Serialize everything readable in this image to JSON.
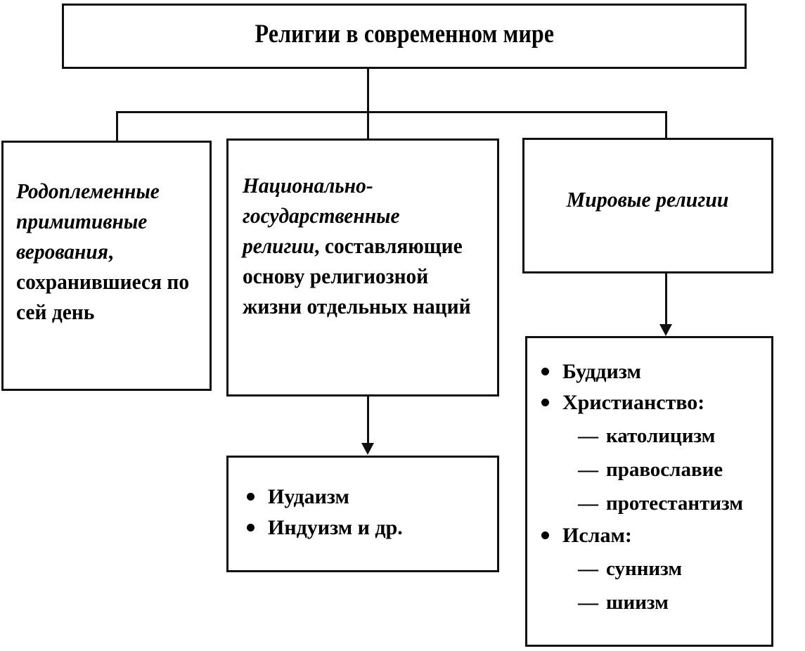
{
  "title": {
    "text": "Религии в современном мире"
  },
  "categories": {
    "tribal": {
      "lead": "Родоплеменные примитивные верования",
      "rest": ", сохранившиеся по сей день"
    },
    "national": {
      "lead": "Национально-государственные религии",
      "rest": ", составляющие основу религиозной жизни отдельных наций"
    },
    "world": {
      "lead": "Мировые религии"
    }
  },
  "national_examples": {
    "items": [
      {
        "label": "Иудаизм"
      },
      {
        "label": "Индуизм и др."
      }
    ]
  },
  "world_examples": {
    "items": [
      {
        "label": "Буддизм",
        "sub": []
      },
      {
        "label": "Христианство:",
        "sub": [
          {
            "dash": "—",
            "label": "католицизм"
          },
          {
            "dash": "—",
            "label": "православие"
          },
          {
            "dash": "—",
            "label": "протестантизм"
          }
        ]
      },
      {
        "label": "Ислам:",
        "sub": [
          {
            "dash": "—",
            "label": "суннизм"
          },
          {
            "dash": "—",
            "label": "шиизм"
          }
        ]
      }
    ]
  },
  "style": {
    "stroke": "#111111",
    "background": "#ffffff"
  }
}
